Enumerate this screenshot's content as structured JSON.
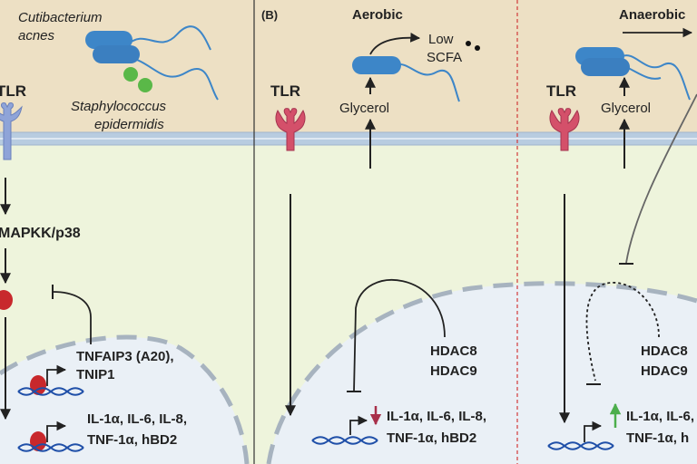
{
  "panel_a": {
    "bacteria_1": "Cutibacterium",
    "bacteria_2": "acnes",
    "bacteria_3": "Staphylococcus",
    "bacteria_4": "epidermidis",
    "receptor": "TLR",
    "pathway": "MAPKK/p38",
    "inhibitor_1": "TNFAIP3 (A20),",
    "inhibitor_2": "TNIP1",
    "cytokines_1": "IL-1α, IL-6, IL-8,",
    "cytokines_2": "TNF-1α, hBD2"
  },
  "panel_b": {
    "label": "(B)",
    "condition": "Aerobic",
    "low": "Low",
    "scfa": "SCFA",
    "glycerol": "Glycerol",
    "receptor": "TLR",
    "hdac_1": "HDAC8",
    "hdac_2": "HDAC9",
    "cytokines_1": "IL-1α, IL-6, IL-8,",
    "cytokines_2": "TNF-1α, hBD2"
  },
  "panel_c": {
    "condition": "Anaerobic",
    "glycerol": "Glycerol",
    "receptor": "TLR",
    "hdac_1": "HDAC8",
    "hdac_2": "HDAC9",
    "cytokines_1": "IL-1α, IL-6,",
    "cytokines_2": "TNF-1α, h"
  },
  "colors": {
    "extracellular": "#ede0c4",
    "cytoplasm": "#eef4dc",
    "nucleus": "#eaf0f6",
    "membrane": "#b8cce0",
    "tlr_a": "#8fa4d8",
    "tlr_b": "#d4506a",
    "bacterium": "#3d86c8",
    "staph": "#5ab848",
    "nfkb": "#c8282c",
    "down_arrow": "#a8304a",
    "up_arrow": "#4cae4c",
    "divider_red": "#d23a3a"
  }
}
